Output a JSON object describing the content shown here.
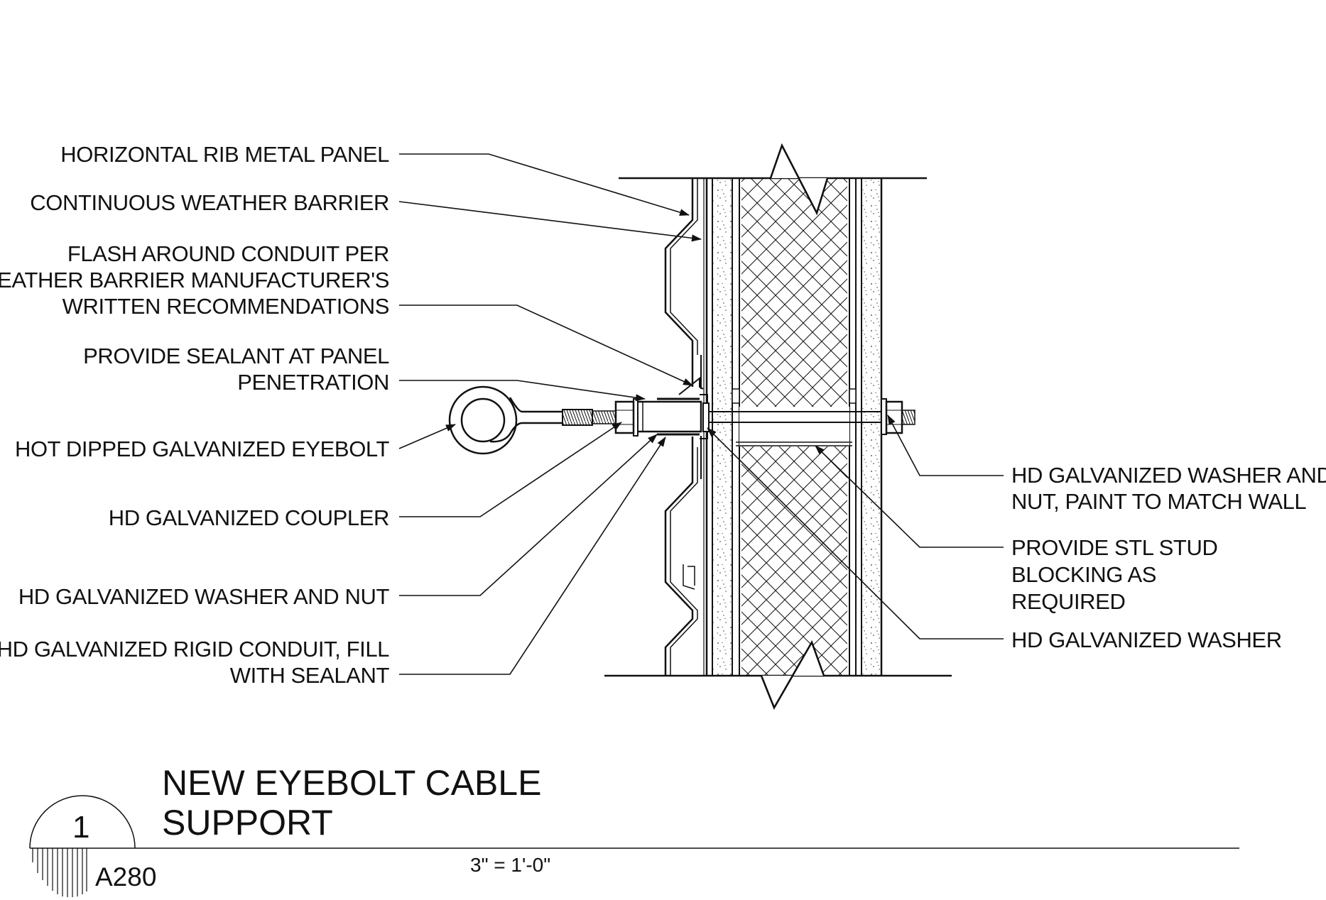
{
  "detail": {
    "title_line1": "NEW EYEBOLT CABLE",
    "title_line2": "SUPPORT",
    "number": "1",
    "sheet": "A280",
    "scale": "3\" = 1'-0\""
  },
  "callouts_left": [
    {
      "id": "horizontal-rib-metal-panel",
      "lines": [
        "HORIZONTAL RIB METAL PANEL"
      ]
    },
    {
      "id": "continuous-weather-barrier",
      "lines": [
        "CONTINUOUS WEATHER BARRIER"
      ]
    },
    {
      "id": "flash-around-conduit",
      "lines": [
        "FLASH AROUND CONDUIT PER",
        "WEATHER BARRIER MANUFACTURER'S",
        "WRITTEN RECOMMENDATIONS"
      ]
    },
    {
      "id": "provide-sealant",
      "lines": [
        "PROVIDE SEALANT AT PANEL",
        "PENETRATION"
      ]
    },
    {
      "id": "eyebolt",
      "lines": [
        "HOT DIPPED GALVANIZED EYEBOLT"
      ]
    },
    {
      "id": "coupler",
      "lines": [
        "HD GALVANIZED COUPLER"
      ]
    },
    {
      "id": "washer-and-nut",
      "lines": [
        "HD GALVANIZED WASHER AND NUT"
      ]
    },
    {
      "id": "rigid-conduit",
      "lines": [
        "HD GALVANIZED RIGID CONDUIT, FILL",
        "WITH SEALANT"
      ]
    }
  ],
  "callouts_right": [
    {
      "id": "washer-nut-paint",
      "lines": [
        "HD GALVANIZED WASHER AND",
        "NUT, PAINT TO MATCH WALL"
      ]
    },
    {
      "id": "stud-blocking",
      "lines": [
        "PROVIDE STL STUD",
        "BLOCKING AS",
        "REQUIRED"
      ]
    },
    {
      "id": "washer",
      "lines": [
        "HD GALVANIZED WASHER"
      ]
    }
  ]
}
